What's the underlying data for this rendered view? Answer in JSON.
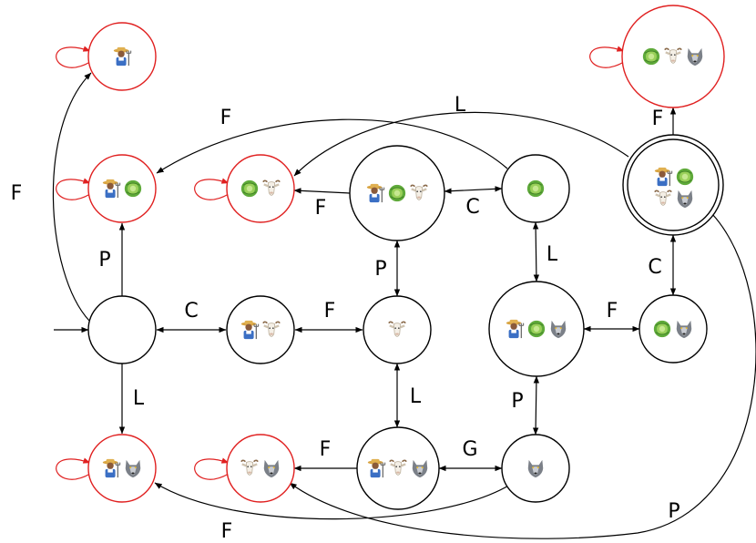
{
  "colors": {
    "normal": "#000000",
    "failure": "#e02020"
  },
  "icon_legend": {
    "farmer": "farmer-icon",
    "cabbage": "cabbage-icon",
    "goat": "goat-icon",
    "wolf": "wolf-icon"
  },
  "states": [
    {
      "id": "start",
      "items": [],
      "type": "initial"
    },
    {
      "id": "farmer_goat",
      "items": [
        "farmer",
        "goat"
      ],
      "type": "normal"
    },
    {
      "id": "goat",
      "items": [
        "goat"
      ],
      "type": "normal"
    },
    {
      "id": "farmer_cabbage_goat",
      "items": [
        "farmer",
        "cabbage",
        "goat"
      ],
      "type": "normal"
    },
    {
      "id": "cabbage",
      "items": [
        "cabbage"
      ],
      "type": "normal"
    },
    {
      "id": "farmer_cabbage_wolf",
      "items": [
        "farmer",
        "cabbage",
        "wolf"
      ],
      "type": "normal"
    },
    {
      "id": "cabbage_wolf",
      "items": [
        "cabbage",
        "wolf"
      ],
      "type": "normal"
    },
    {
      "id": "farmer_goat_wolf",
      "items": [
        "farmer",
        "goat",
        "wolf"
      ],
      "type": "normal"
    },
    {
      "id": "wolf",
      "items": [
        "wolf"
      ],
      "type": "normal"
    },
    {
      "id": "all",
      "items": [
        "farmer",
        "cabbage",
        "goat",
        "wolf"
      ],
      "type": "accepting"
    },
    {
      "id": "fail_farmer",
      "items": [
        "farmer"
      ],
      "type": "failure"
    },
    {
      "id": "fail_farmer_cabbage",
      "items": [
        "farmer",
        "cabbage"
      ],
      "type": "failure"
    },
    {
      "id": "fail_cabbage_goat",
      "items": [
        "cabbage",
        "goat"
      ],
      "type": "failure"
    },
    {
      "id": "fail_farmer_wolf",
      "items": [
        "farmer",
        "wolf"
      ],
      "type": "failure"
    },
    {
      "id": "fail_goat_wolf",
      "items": [
        "goat",
        "wolf"
      ],
      "type": "failure"
    },
    {
      "id": "fail_cabbage_goat_wolf",
      "items": [
        "cabbage",
        "goat",
        "wolf"
      ],
      "type": "failure"
    }
  ],
  "edges": [
    {
      "from": "start",
      "to": "fail_farmer",
      "label": "F"
    },
    {
      "from": "start",
      "to": "fail_farmer_cabbage",
      "label": "P"
    },
    {
      "from": "start",
      "to": "farmer_goat",
      "label": "C",
      "bidirectional": true
    },
    {
      "from": "start",
      "to": "fail_farmer_wolf",
      "label": "L"
    },
    {
      "from": "farmer_goat",
      "to": "goat",
      "label": "F",
      "bidirectional": true
    },
    {
      "from": "goat",
      "to": "farmer_cabbage_goat",
      "label": "P",
      "bidirectional": true
    },
    {
      "from": "goat",
      "to": "farmer_goat_wolf",
      "label": "L",
      "bidirectional": true
    },
    {
      "from": "farmer_cabbage_goat",
      "to": "fail_cabbage_goat",
      "label": "F"
    },
    {
      "from": "cabbage",
      "to": "farmer_cabbage_goat",
      "label": "C",
      "bidirectional": true
    },
    {
      "from": "cabbage",
      "to": "fail_farmer_cabbage",
      "label": "F"
    },
    {
      "from": "cabbage",
      "to": "farmer_cabbage_wolf",
      "label": "L",
      "bidirectional": true
    },
    {
      "from": "farmer_cabbage_wolf",
      "to": "cabbage_wolf",
      "label": "F",
      "bidirectional": true
    },
    {
      "from": "farmer_cabbage_wolf",
      "to": "wolf",
      "label": "P",
      "bidirectional": true
    },
    {
      "from": "all",
      "to": "cabbage_wolf",
      "label": "C",
      "bidirectional": true
    },
    {
      "from": "all",
      "to": "fail_cabbage_goat_wolf",
      "label": "F"
    },
    {
      "from": "all",
      "to": "fail_cabbage_goat",
      "label": "L"
    },
    {
      "from": "all",
      "to": "fail_goat_wolf",
      "label": "P"
    },
    {
      "from": "farmer_goat_wolf",
      "to": "fail_goat_wolf",
      "label": "F"
    },
    {
      "from": "wolf",
      "to": "farmer_goat_wolf",
      "label": "G",
      "bidirectional": true
    },
    {
      "from": "wolf",
      "to": "fail_farmer_wolf",
      "label": "F"
    }
  ]
}
